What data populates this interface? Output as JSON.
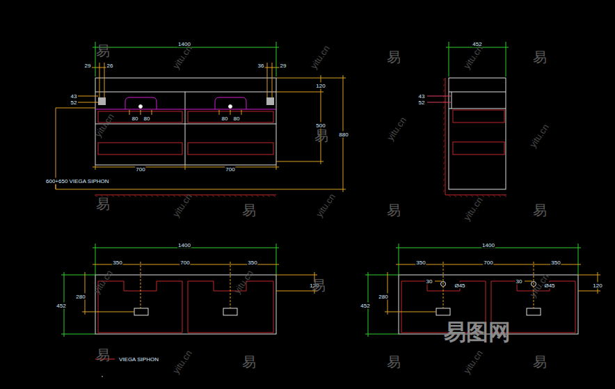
{
  "diagram": {
    "labels": [
      "1400",
      "29",
      "26",
      "36",
      "29",
      "120",
      "43",
      "52",
      "80",
      "80",
      "80",
      "80",
      "500",
      "880",
      "700",
      "700",
      "600+650 VIEGA SIPHON",
      "452",
      "43",
      "52",
      "1400",
      "350",
      "700",
      "350",
      "120",
      "280",
      "452",
      "1400",
      "350",
      "700",
      "350",
      "30",
      "Ø45",
      "30",
      "Ø45",
      "120",
      "280",
      "452",
      "易",
      "易",
      "易",
      "易",
      "易",
      "易",
      "易",
      "易",
      "易",
      "易",
      "易",
      "易",
      "易",
      "yitu.cn",
      "yitu.cn",
      "yitu.cn",
      "yitu.cn",
      "yitu.cn",
      "yitu.cn",
      "yitu.cn",
      "yitu.cn",
      "yitu.cn",
      "yitu.cn",
      "yitu.cn",
      "yitu.cn",
      "yitu.cn",
      "yitu.cn",
      "易图网"
    ],
    "legend": [
      {
        "text": "VIEGA SIPHON"
      }
    ]
  }
}
